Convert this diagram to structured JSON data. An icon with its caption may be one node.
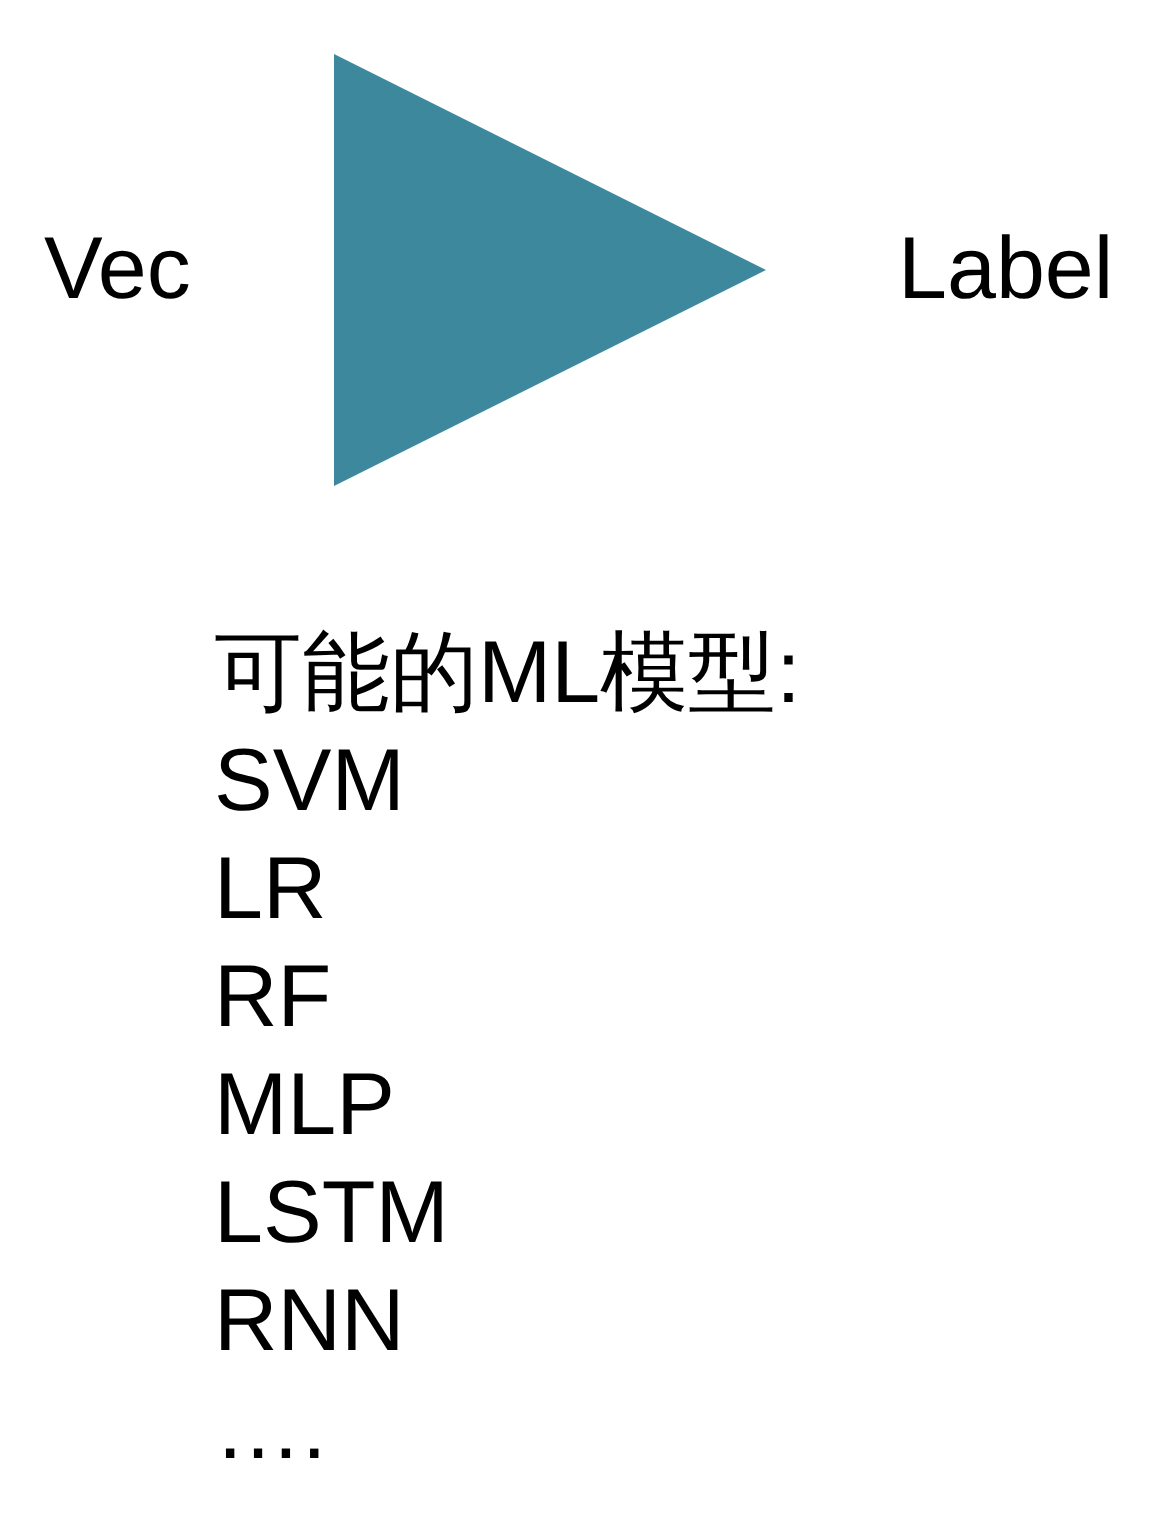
{
  "diagram": {
    "nodes": [
      {
        "text": [],
        "shape": "triangle"
      }
    ],
    "labels": [
      "Vec",
      "Label",
      "可能的ML模型:",
      "SVM",
      "LR",
      "RF",
      "MLP",
      "LSTM",
      "RNN",
      "…."
    ]
  }
}
